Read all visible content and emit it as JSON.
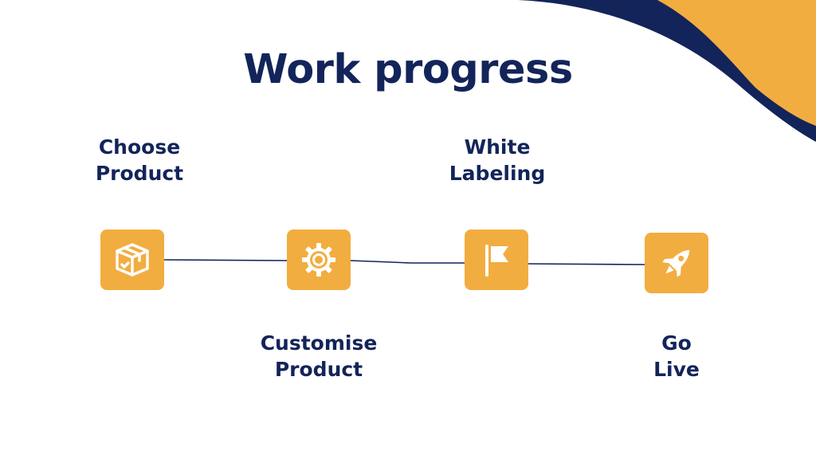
{
  "slide": {
    "title": "Work progress"
  },
  "colors": {
    "navy": "#13245a",
    "accent_orange": "#f2ad40",
    "background": "#ffffff"
  },
  "steps": [
    {
      "label_line1": "Choose",
      "label_line2": "Product",
      "icon": "box-icon"
    },
    {
      "label_line1": "Customise",
      "label_line2": "Product",
      "icon": "gear-icon"
    },
    {
      "label_line1": "White",
      "label_line2": "Labeling",
      "icon": "flag-icon"
    },
    {
      "label_line1": "Go",
      "label_line2": "Live",
      "icon": "rocket-icon"
    }
  ]
}
